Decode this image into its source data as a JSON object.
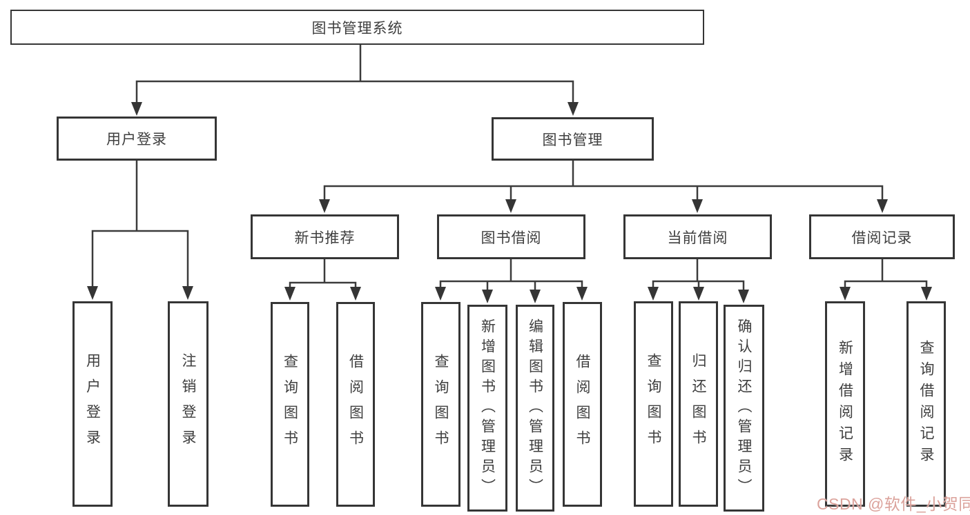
{
  "diagram": {
    "root": {
      "label": "图书管理系统"
    },
    "level2": [
      {
        "label": "用户登录"
      },
      {
        "label": "图书管理"
      }
    ],
    "level3": [
      {
        "label": "新书推荐"
      },
      {
        "label": "图书借阅"
      },
      {
        "label": "当前借阅"
      },
      {
        "label": "借阅记录"
      }
    ],
    "leaves": {
      "user_login": [
        "用户登录",
        "注销登录"
      ],
      "new_book": [
        "查询图书",
        "借阅图书"
      ],
      "book_borrow": [
        "查询图书",
        "新增图书（管理员）",
        "编辑图书（管理员）",
        "借阅图书"
      ],
      "current_borrow": [
        "查询图书",
        "归还图书",
        "确认归还（管理员）"
      ],
      "borrow_record": [
        "新增借阅记录",
        "查询借阅记录"
      ]
    },
    "colors": {
      "line": "#3b3b3b",
      "border": "#353535",
      "text": "#3e3e3e",
      "watermark": "#dba29b",
      "background": "#ffffff"
    },
    "watermark": "CSDN @软件_小贺同学"
  }
}
